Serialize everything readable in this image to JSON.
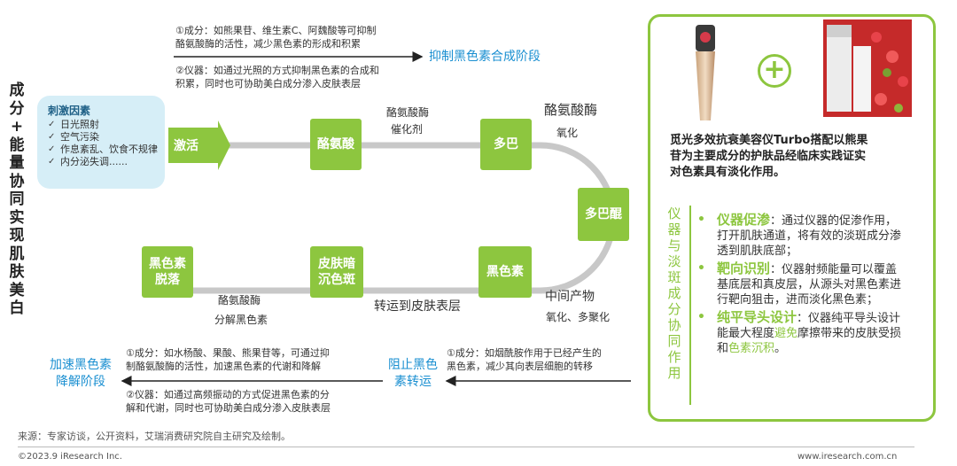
{
  "title_chars": [
    "成",
    "分",
    "+",
    "能",
    "量",
    "协",
    "同",
    "实",
    "现",
    "肌",
    "肤",
    "美",
    "白"
  ],
  "top": {
    "note1_l1": "①成分：如熊果苷、维生素C、阿魏酸等可抑制",
    "note1_l2": "酪氨酸酶的活性，减少黑色素的形成和积累",
    "stage": "抑制黑色素合成阶段",
    "note2_l1": "②仪器：如通过光照的方式抑制黑色素的合成和",
    "note2_l2": "积累，同时也可协助美白成分渗入皮肤表层"
  },
  "stimulus": {
    "heading": "刺激因素",
    "items": [
      "日光照射",
      "空气污染",
      "作息紊乱、饮食不规律",
      "内分泌失调......"
    ]
  },
  "flow": {
    "activate": "激活",
    "tyrosine": "酪氨酸",
    "dopa": "多巴",
    "dopaquinone": "多巴醌",
    "melanin": "黑色素",
    "darken_l1": "皮肤暗",
    "darken_l2": "沉色斑",
    "shed_l1": "黑色素",
    "shed_l2": "脱落",
    "enzyme_top": "酪氨酸酶",
    "catalyst": "催化剂",
    "enzyme_right": "酪氨酸酶",
    "oxidize": "氧化",
    "intermediate": "中间产物",
    "ox_poly": "氧化、多聚化",
    "transport": "转运到皮肤表层",
    "enzyme_bottom": "酪氨酸酶",
    "decompose": "分解黑色素"
  },
  "bottom": {
    "stage_left_l1": "加速黑色素",
    "stage_left_l2": "降解阶段",
    "note3_l1": "①成分：如水杨酸、果酸、熊果苷等，可通过抑",
    "note3_l2": "制酪氨酸酶的活性，加速黑色素的代谢和降解",
    "note4_l1": "②仪器：如通过高频振动的方式促进黑色素的分",
    "note4_l2": "解和代谢，同时也可协助美白成分渗入皮肤表层",
    "block_l1": "阻止黑色",
    "block_l2": "素转运",
    "note5_l1": "①成分：如烟酰胺作用于已经产生的",
    "note5_l2": "黑色素，减少其向表层细胞的转移"
  },
  "panel": {
    "plus": "+",
    "claim_l1": "觅光多效抗衰美容仪Turbo搭配以熊果",
    "claim_l2": "苷为主要成分的护肤品经临床实践证实",
    "claim_l3": "对色素具有淡化作用。",
    "vertical": [
      "仪",
      "器",
      "与",
      "淡",
      "斑",
      "成",
      "分",
      "协",
      "同",
      "作",
      "用"
    ],
    "b1_kw": "仪器促渗",
    "b1_text": "：通过仪器的促渗作用，打开肌肤通道，将有效的淡斑成分渗透到肌肤底部；",
    "b2_kw": "靶向识别",
    "b2_text": "：仪器射频能量可以覆盖基底层和真皮层，从源头对黑色素进行靶向狙击，进而淡化黑色素；",
    "b3_kw": "纯平导头设计",
    "b3_pre": "：仪器纯平导头设计能最大程度",
    "b3_hl1": "避免",
    "b3_mid": "摩擦带来的皮肤受损和",
    "b3_hl2": "色素沉积",
    "b3_end": "。"
  },
  "footer": {
    "source": "来源：专家访谈，公开资料，艾瑞消费研究院自主研究及绘制。",
    "copyright": "©2023.9 iResearch Inc.",
    "url": "www.iresearch.com.cn"
  },
  "colors": {
    "green": "#8dc63f",
    "blue": "#1a8fd1",
    "light_blue": "#d6eef7"
  }
}
